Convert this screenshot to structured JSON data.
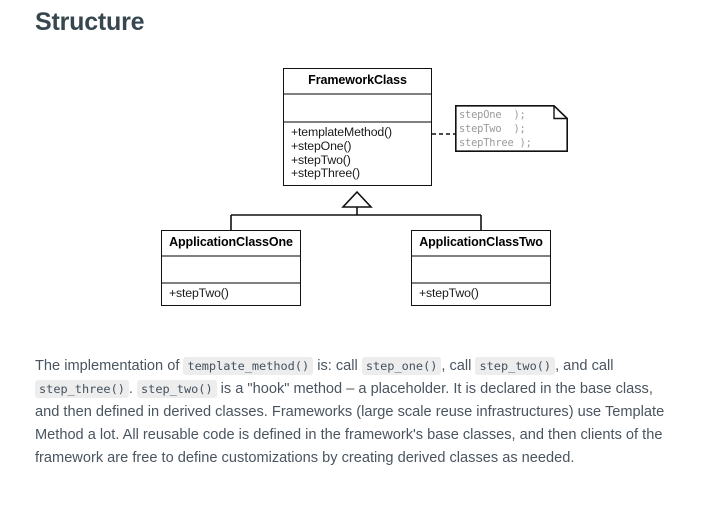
{
  "page": {
    "title": "Structure",
    "background_color": "#ffffff",
    "heading_color": "#37474f",
    "text_color": "#4a5560"
  },
  "diagram": {
    "type": "uml-class-diagram",
    "relationship": "generalization",
    "classes": [
      {
        "id": "framework",
        "name": "FrameworkClass",
        "attributes": [],
        "operations": [
          "+templateMethod()",
          "+stepOne()",
          "+stepTwo()",
          "+stepThree()"
        ]
      },
      {
        "id": "app-one",
        "name": "ApplicationClassOne",
        "attributes": [],
        "operations": [
          "+stepTwo()"
        ]
      },
      {
        "id": "app-two",
        "name": "ApplicationClassTwo",
        "attributes": [],
        "operations": [
          "+stepTwo()"
        ]
      }
    ],
    "note": {
      "attached_to": "framework",
      "connector": "dashed",
      "text_color": "#9a9a9a",
      "lines": [
        "stepOne  );",
        "stepTwo  );",
        "stepThree );"
      ]
    }
  },
  "body": {
    "segments": [
      {
        "type": "text",
        "value": "The implementation of "
      },
      {
        "type": "code",
        "value": "template_method()"
      },
      {
        "type": "text",
        "value": " is: call "
      },
      {
        "type": "code",
        "value": "step_one()"
      },
      {
        "type": "text",
        "value": ", call "
      },
      {
        "type": "code",
        "value": "step_two()"
      },
      {
        "type": "text",
        "value": ", and call "
      },
      {
        "type": "code",
        "value": "step_three()"
      },
      {
        "type": "text",
        "value": ". "
      },
      {
        "type": "code",
        "value": "step_two()"
      },
      {
        "type": "text",
        "value": " is a \"hook\" method – a placeholder. It is declared in the base class, and then defined in derived classes. Frameworks (large scale reuse infrastructures) use Template Method a lot. All reusable code is defined in the framework's base classes, and then clients of the framework are free to define customizations by creating derived classes as needed."
      }
    ]
  }
}
